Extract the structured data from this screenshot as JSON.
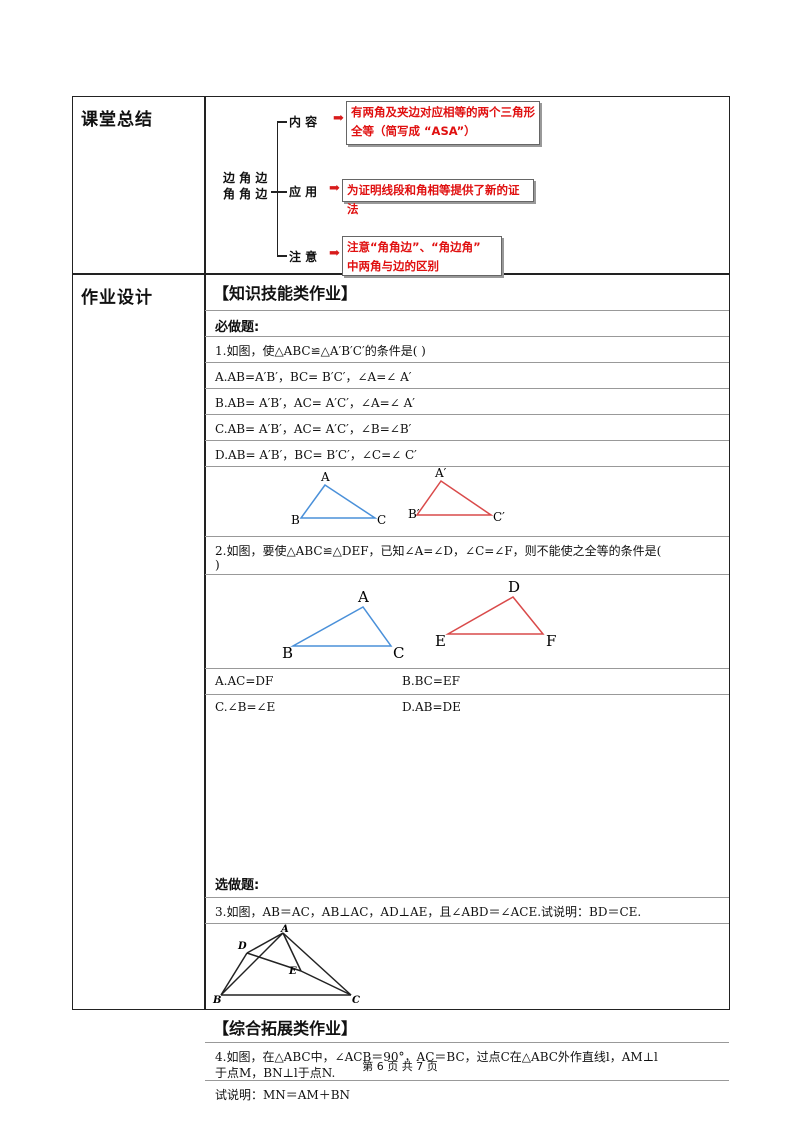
{
  "summary": {
    "row_label": "课堂总结",
    "center_line1": "边 角 边",
    "center_line2": "角 角 边",
    "branches": [
      {
        "label": "内  容",
        "box_line1": "有两角及夹边对应相等的两个三角形",
        "box_line2": "全等（简写成 “ASA”）"
      },
      {
        "label": "应  用",
        "box_line1": "为证明线段和角相等提供了新的证法",
        "box_line2": ""
      },
      {
        "label": "注  意",
        "box_line1": "注意“角角边”、“角边角”",
        "box_line2": "中两角与边的区别"
      }
    ]
  },
  "homework": {
    "row_label": "作业设计",
    "section1": "【知识技能类作业】",
    "required": "必做题:",
    "q1": {
      "stem": "1.如图，使△ABC≌△A′B′C′的条件是(      )",
      "options": [
        "A.AB=A′B′，BC= B′C′，∠A=∠ A′",
        "B.AB= A′B′，AC= A′C′，∠A=∠ A′",
        "C.AB= A′B′，AC= A′C′，∠B=∠B′",
        "D.AB= A′B′，BC= B′C′，∠C=∠ C′"
      ],
      "fig_left": {
        "A": "A",
        "B": "B",
        "C": "C"
      },
      "fig_right": {
        "A": "A′",
        "B": "B′",
        "C": "C′"
      }
    },
    "q2": {
      "stem_line1": "2.如图，要使△ABC≌△DEF，已知∠A=∠D，∠C=∠F，则不能使之全等的条件是(",
      "stem_line2": ")",
      "options": [
        "A.AC=DF",
        "B.BC=EF",
        "C.∠B=∠E",
        "D.AB=DE"
      ],
      "fig_left": {
        "A": "A",
        "B": "B",
        "C": "C"
      },
      "fig_right": {
        "D": "D",
        "E": "E",
        "F": "F"
      }
    },
    "optional": "选做题:",
    "q3": {
      "stem": "3.如图，AB＝AC，AB⊥AC，AD⊥AE，且∠ABD＝∠ACE.试说明：BD＝CE.",
      "labels": {
        "A": "A",
        "B": "B",
        "C": "C",
        "D": "D",
        "E": "E"
      }
    },
    "section2": "【综合拓展类作业】",
    "q4": {
      "line1": "4.如图，在△ABC中，∠ACB＝90°，AC＝BC，过点C在△ABC外作直线l，AM⊥l",
      "line2": "于点M，BN⊥l于点N.",
      "line3": "试说明：MN＝AM＋BN"
    }
  },
  "footer": "第 6 页 共 7 页",
  "colors": {
    "arrow_red": "#d81b1b",
    "box_text_red": "#e01010",
    "triangle_blue": "#4a90d9",
    "triangle_red": "#d94a4a"
  }
}
